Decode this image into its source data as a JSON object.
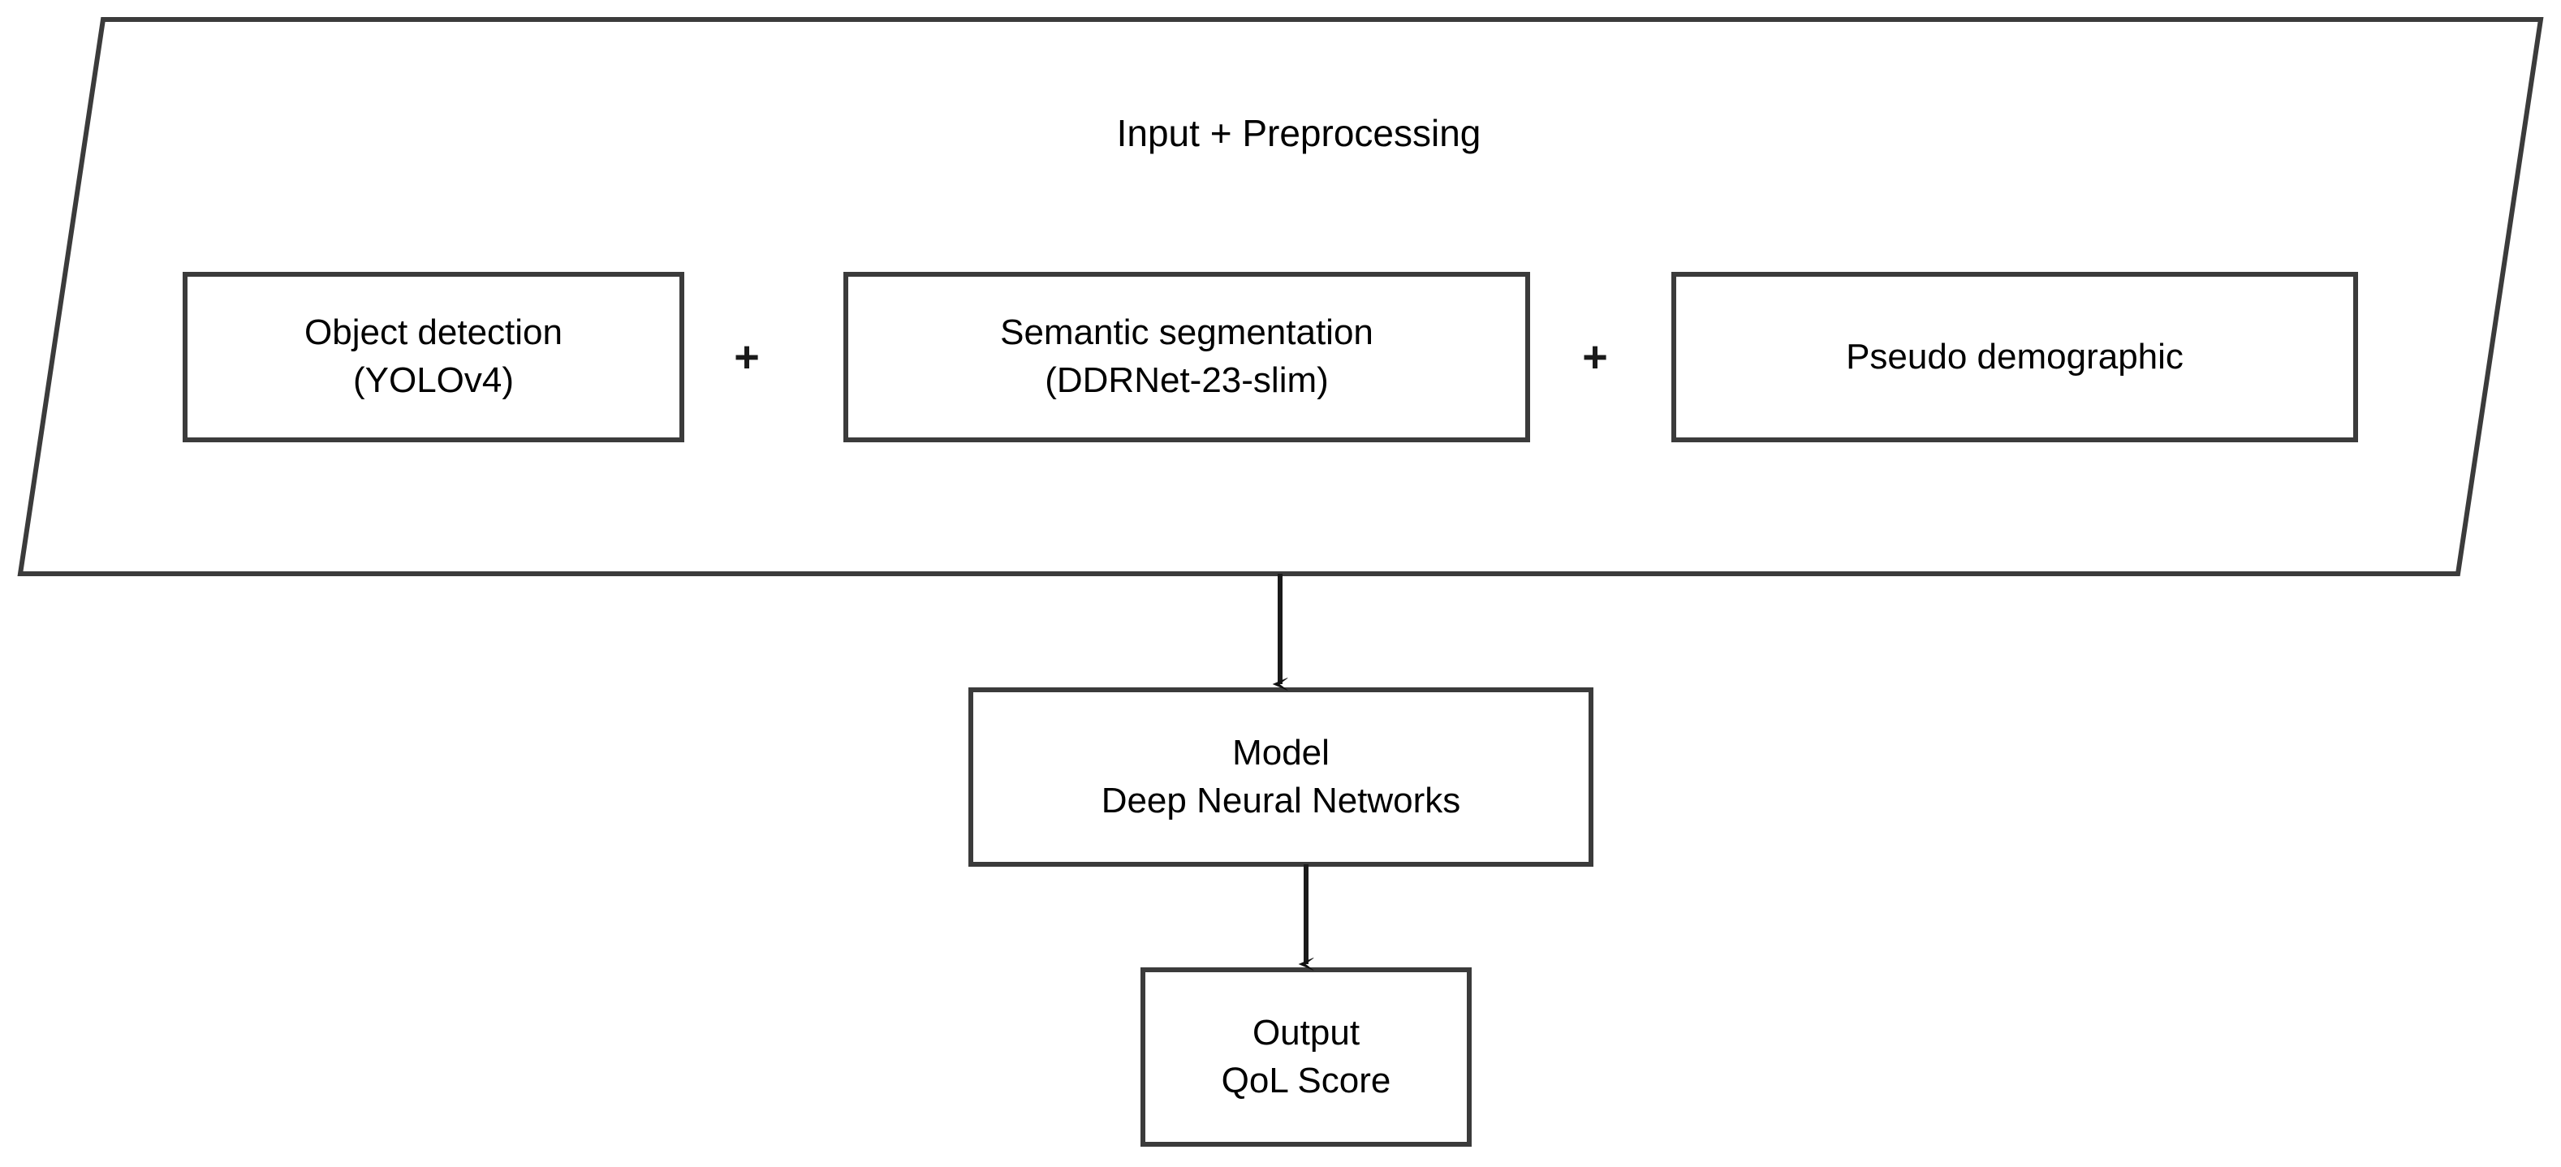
{
  "diagram": {
    "title": "Input + Preprocessing",
    "background_color": "#ffffff",
    "stroke_color": "#3b3b3b",
    "text_color": "#000000"
  },
  "stage": {
    "name": "Input + Preprocessing",
    "shape": "parallelogram",
    "label": "Input + Preprocessing"
  },
  "preprocessing": {
    "operator_1": "+",
    "operator_2": "+",
    "boxes": [
      {
        "name": "object-detection",
        "line1": "Object detection",
        "line2": "(YOLOv4)"
      },
      {
        "name": "semantic-segmentation",
        "line1": "Semantic segmentation",
        "line2": "(DDRNet-23-slim)"
      },
      {
        "name": "pseudo-demographic",
        "line1": "Pseudo demographic",
        "line2": ""
      }
    ]
  },
  "model": {
    "name": "model",
    "line1": "Model",
    "line2": "Deep Neural Networks"
  },
  "output": {
    "name": "output",
    "line1": "Output",
    "line2": "QoL Score"
  },
  "connectors": [
    {
      "name": "stage-to-model",
      "from": "Input + Preprocessing",
      "to": "Model",
      "style": "arrow-down"
    },
    {
      "name": "model-to-output",
      "from": "Model",
      "to": "Output",
      "style": "arrow-down"
    }
  ]
}
